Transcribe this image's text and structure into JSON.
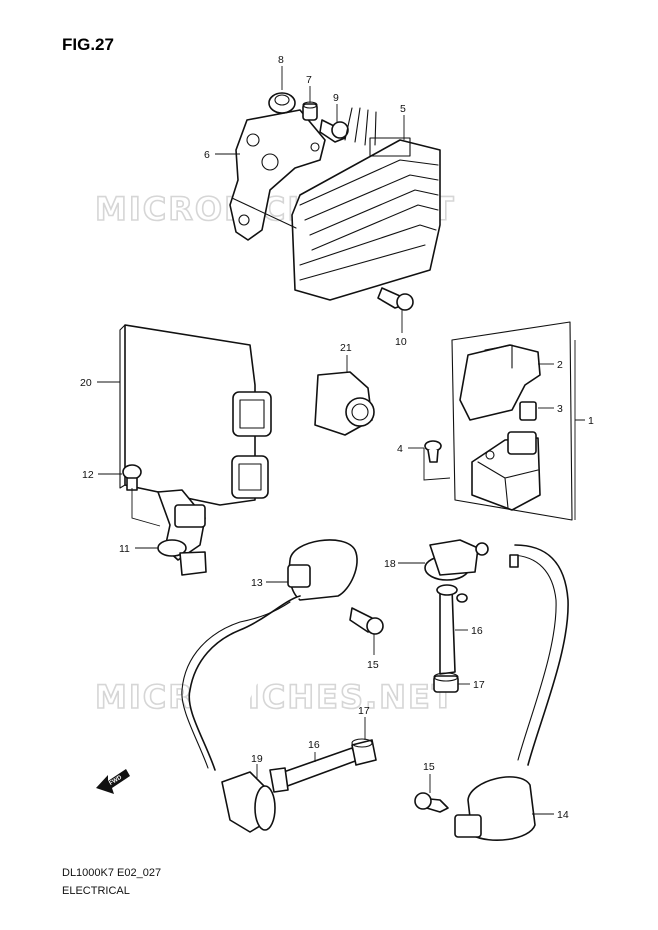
{
  "figure": {
    "title": "FIG.27"
  },
  "watermark": "MICROFICHES.NET",
  "direction_marker": "FWD",
  "footer": {
    "model_code": "DL1000K7 E02_027",
    "section": "ELECTRICAL"
  },
  "callouts": [
    "1",
    "2",
    "3",
    "4",
    "5",
    "6",
    "7",
    "8",
    "9",
    "10",
    "11",
    "12",
    "13",
    "14",
    "15",
    "15",
    "16",
    "16",
    "17",
    "17",
    "18",
    "19",
    "20",
    "21"
  ]
}
